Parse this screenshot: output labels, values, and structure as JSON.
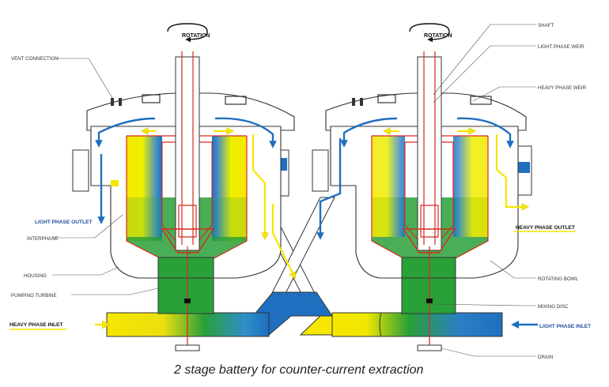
{
  "caption": "2 stage battery for counter-current extraction",
  "rotation_label": "ROTATION",
  "labels": {
    "vent_connection": "VENT CONNECTION",
    "light_phase_outlet": "LIGHT PHASE OUTLET",
    "interphase": "INTERPHASE",
    "housing": "HOUSING",
    "pumping_turbine": "PUMPING TURBINE",
    "heavy_phase_inlet": "HEAVY PHASE INLET",
    "shaft": "SHAFT",
    "light_phase_weir": "LIGHT PHASE WEIR",
    "heavy_phase_weir": "HEAVY PHASE WEIR",
    "heavy_phase_outlet": "HEAVY PHASE OUTLET",
    "rotating_bowl": "ROTATING BOWL",
    "mixing_disc": "MIXING DISC",
    "light_phase_inlet": "LIGHT PHASE INLET",
    "drain": "DRAIN"
  },
  "colors": {
    "light_phase": "#f6e600",
    "heavy_phase": "#1f6fc0",
    "mixed_phase": "#2aa038",
    "rotating_parts": "#d62a1e"
  }
}
